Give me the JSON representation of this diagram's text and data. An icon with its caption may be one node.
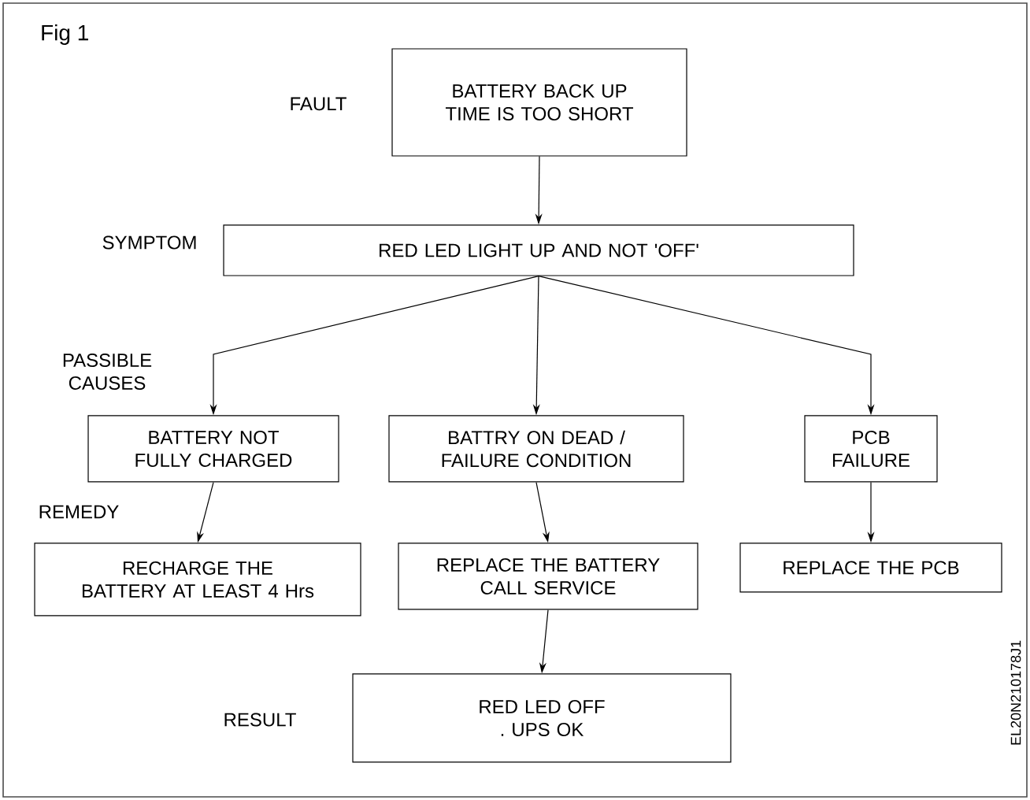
{
  "diagram": {
    "title": "Fig 1",
    "nodes": [
      {
        "text": [
          "BATTERY BACK UP TIME IS TOO SHORT"
        ]
      },
      {
        "text": [
          "RED LED LIGHT UP AND NOT 'OFF'"
        ]
      },
      {
        "text": [
          "BATTERY NOT FULLY CHARGED"
        ]
      },
      {
        "text": [
          "BATTRY ON DEAD / FAILURE CONDITION"
        ]
      },
      {
        "text": [
          "PCB FAILURE"
        ]
      },
      {
        "text": [
          "RECHARGE THE BATTERY AT LEAST 4 Hrs"
        ]
      },
      {
        "text": [
          "REPLACE THE BATTERY CALL SERVICE"
        ]
      },
      {
        "text": [
          "REPLACE THE PCB"
        ]
      },
      {
        "text": [
          "RED LED OFF . UPS OK"
        ]
      }
    ],
    "edges": [
      {
        "from": 0,
        "to": 1,
        "arrow": "to"
      },
      {
        "from": 1,
        "to": 2,
        "arrow": "to"
      },
      {
        "from": 1,
        "to": 3,
        "arrow": "to"
      },
      {
        "from": 1,
        "to": 4,
        "arrow": "to"
      },
      {
        "from": 2,
        "to": 5,
        "arrow": "to"
      },
      {
        "from": 3,
        "to": 6,
        "arrow": "to"
      },
      {
        "from": 4,
        "to": 7,
        "arrow": "to"
      },
      {
        "from": 6,
        "to": 8,
        "arrow": "to"
      }
    ],
    "labels": [
      "FAULT",
      "SYMPTOM",
      "PASSIBLE CAUSES",
      "REMEDY",
      "RESULT",
      "EL20N210178J1"
    ]
  }
}
